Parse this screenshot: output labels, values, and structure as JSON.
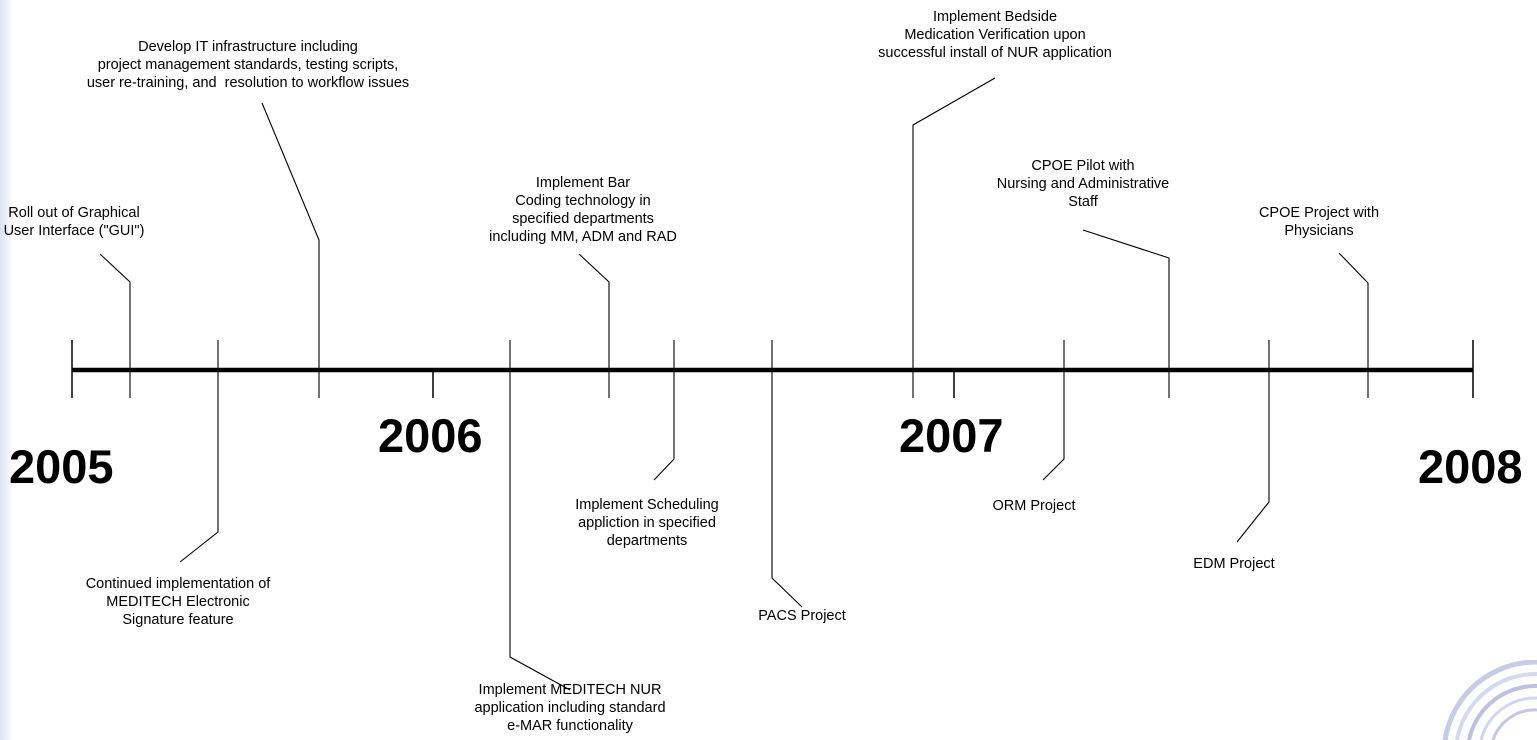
{
  "timeline": {
    "years": [
      "2005",
      "2006",
      "2007",
      "2008"
    ],
    "milestones": {
      "gui": "Roll out of Graphical\nUser Interface (\"GUI\")",
      "it_infrastructure": "Develop IT infrastructure including\nproject management standards, testing scripts,\nuser re-training, and  resolution to workflow issues",
      "esignature": "Continued implementation of\nMEDITECH Electronic\nSignature feature",
      "nur_application": "Implement MEDITECH NUR\napplication including standard\ne-MAR functionality",
      "bar_coding": "Implement Bar\nCoding technology in\nspecified departments\nincluding MM, ADM and RAD",
      "scheduling": "Implement Scheduling\nappliction in specified\ndepartments",
      "pacs": "PACS Project",
      "bedside_verification": "Implement Bedside\nMedication Verification upon\nsuccessful install of NUR application",
      "orm": "ORM Project",
      "cpoe_pilot": "CPOE Pilot with\nNursing and Administrative\nStaff",
      "edm": "EDM Project",
      "cpoe_physicians": "CPOE Project with\nPhysicians"
    }
  },
  "colors": {
    "background": "#ffffff",
    "line": "#000000",
    "side_gradient": "#dfe0f2"
  }
}
